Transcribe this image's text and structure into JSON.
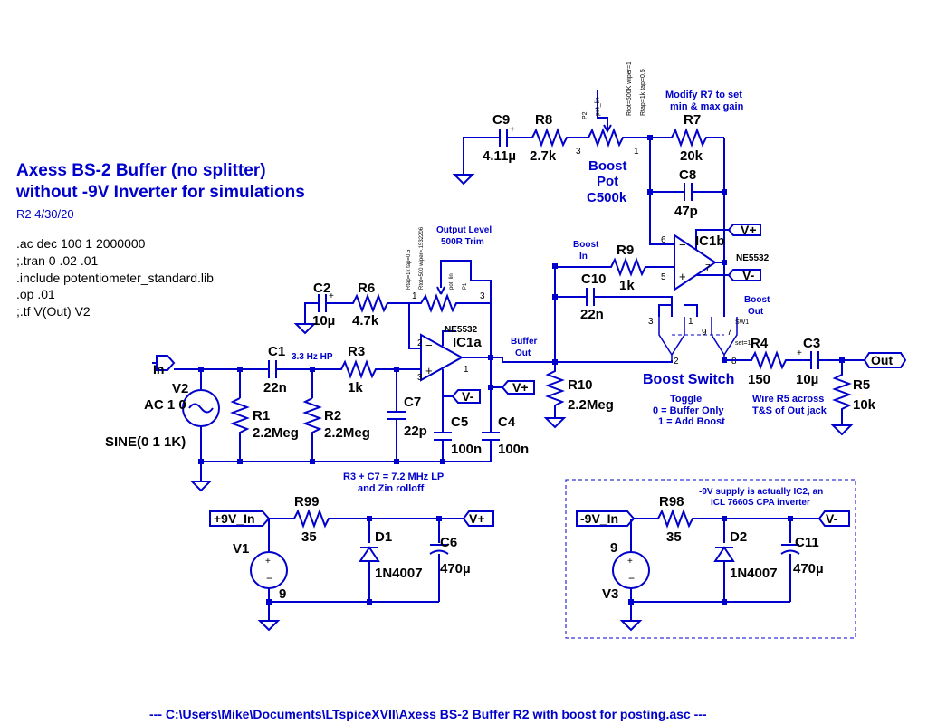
{
  "title": {
    "line1": "Axess BS-2 Buffer (no splitter)",
    "line2": "without -9V Inverter for simulations",
    "rev": "R2 4/30/20"
  },
  "directives": [
    ".ac dec 100 1 2000000",
    ";.tran 0 .02 .01",
    ".include potentiometer_standard.lib",
    ".op .01",
    ";.tf V(Out) V2"
  ],
  "footer": "---  C:\\Users\\Mike\\Documents\\LTspiceXVII\\Axess BS-2 Buffer R2 with boost for posting.asc  ---",
  "components": {
    "c9": {
      "name": "C9",
      "value": "4.11µ"
    },
    "r8": {
      "name": "R8",
      "value": "2.7k"
    },
    "r7": {
      "name": "R7",
      "value": "20k"
    },
    "c8": {
      "name": "C8",
      "value": "47p"
    },
    "c2": {
      "name": "C2",
      "value": "10µ"
    },
    "r6": {
      "name": "R6",
      "value": "4.7k"
    },
    "c1": {
      "name": "C1",
      "value": "22n"
    },
    "r3": {
      "name": "R3",
      "value": "1k"
    },
    "c7": {
      "name": "C7",
      "value": "22p"
    },
    "r1": {
      "name": "R1",
      "value": "2.2Meg"
    },
    "r2": {
      "name": "R2",
      "value": "2.2Meg"
    },
    "c5": {
      "name": "C5",
      "value": "100n"
    },
    "c4": {
      "name": "C4",
      "value": "100n"
    },
    "r9": {
      "name": "R9",
      "value": "1k"
    },
    "c10": {
      "name": "C10",
      "value": "22n"
    },
    "r10": {
      "name": "R10",
      "value": "2.2Meg"
    },
    "r4": {
      "name": "R4",
      "value": "150"
    },
    "c3": {
      "name": "C3",
      "value": "10µ"
    },
    "r5": {
      "name": "R5",
      "value": "10k"
    },
    "r99": {
      "name": "R99",
      "value": "35"
    },
    "d1": {
      "name": "D1",
      "value": "1N4007"
    },
    "c6": {
      "name": "C6",
      "value": "470µ"
    },
    "v1": {
      "name": "V1",
      "value": "9"
    },
    "r98": {
      "name": "R98",
      "value": "35"
    },
    "d2": {
      "name": "D2",
      "value": "1N4007"
    },
    "c11": {
      "name": "C11",
      "value": "470µ"
    },
    "v3": {
      "name": "V3",
      "value": "9"
    },
    "v2": {
      "name": "V2",
      "value": "AC 1 0",
      "sine": "SINE(0 1 1K)"
    },
    "ic1a": {
      "name": "IC1a",
      "part": "NE5532"
    },
    "ic1b": {
      "name": "IC1b",
      "part": "NE5532"
    }
  },
  "ports": {
    "in": "In",
    "out": "Out",
    "vplus": "V+",
    "vminus": "V-",
    "p9v_in": "+9V_In",
    "m9v_in": "-9V_In"
  },
  "pins": {
    "ic1a_in_minus": "2",
    "ic1a_in_plus": "3",
    "ic1a_out": "1",
    "ic1b_in_minus": "6",
    "ic1b_in_plus": "5",
    "ic1b_out": "7",
    "sw_3": "3",
    "sw_1": "1",
    "sw_2": "2",
    "sw_9": "9",
    "sw_7": "7",
    "sw_8": "8",
    "sw_name": "SW1",
    "sw_setting": "set=1",
    "boost_pot_3": "3",
    "boost_pot_1": "1",
    "trim_1": "1",
    "trim_3": "3"
  },
  "pot_params": {
    "boost_pot": [
      "P2",
      "pot_lin",
      "Rtot=500K wiper=1",
      "Rtap=1k tap=0.5"
    ],
    "trim_pot": [
      "Rtap=1k tap=0.5",
      "Rtot=500 wiper=.1532206",
      "pot_lin",
      "P1"
    ]
  },
  "notes": {
    "boost_pot": [
      "Boost",
      "Pot",
      "C500k"
    ],
    "modify_r7": [
      "Modify R7 to set",
      "min & max gain"
    ],
    "output_level": [
      "Output Level",
      "500R Trim"
    ],
    "hp": "3.3 Hz HP",
    "lp": [
      "R3 + C7 = 7.2 MHz LP",
      "and Zin rolloff"
    ],
    "buffer_out": [
      "Buffer",
      "Out"
    ],
    "boost_in": [
      "Boost",
      "In"
    ],
    "boost_out": [
      "Boost",
      "Out"
    ],
    "boost_switch": "Boost Switch",
    "toggle": [
      "Toggle",
      "0 = Buffer Only",
      "1 = Add Boost"
    ],
    "wire_r5": [
      "Wire R5 across",
      "T&S of Out jack"
    ],
    "supply_note": [
      "-9V supply is actually IC2, an",
      "ICL 7660S CPA inverter"
    ]
  },
  "colors": {
    "wire": "#0000cc",
    "text": "#000000",
    "note": "#0000cc",
    "background": "#ffffff"
  }
}
